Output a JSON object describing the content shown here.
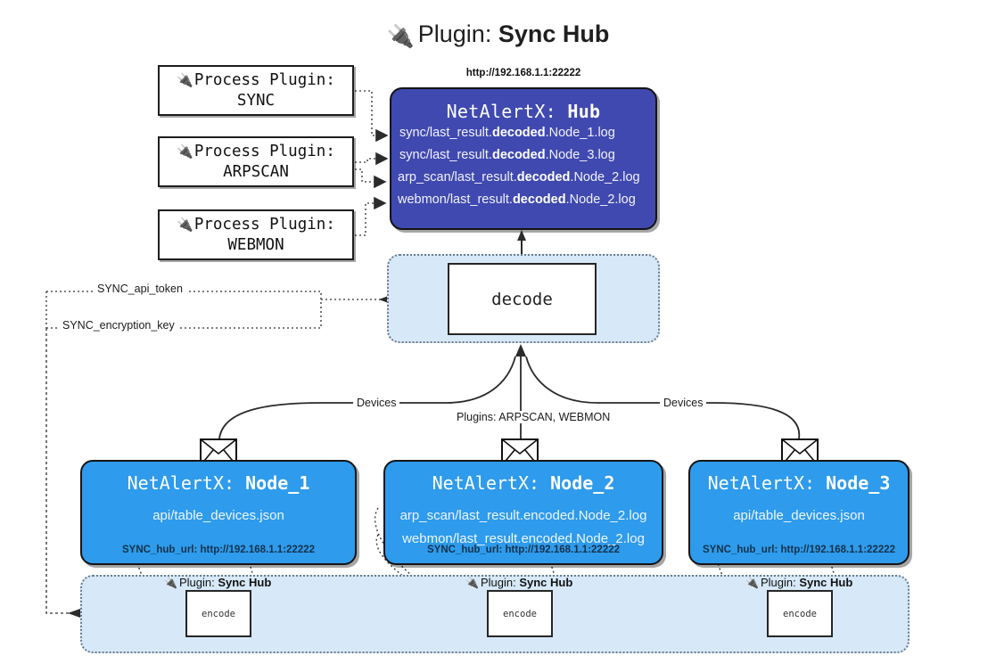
{
  "title": {
    "icon": "plug-icon",
    "prefix": "Plugin:",
    "name": "Sync Hub"
  },
  "process_plugins": [
    {
      "icon": "plug-icon",
      "line1": "Process Plugin:",
      "line2": "SYNC"
    },
    {
      "icon": "plug-icon",
      "line1": "Process Plugin:",
      "line2": "ARPSCAN"
    },
    {
      "icon": "plug-icon",
      "line1": "Process Plugin:",
      "line2": "WEBMON"
    }
  ],
  "hub": {
    "url": "http://192.168.1.1:22222",
    "title_prefix": "NetAlertX:",
    "title_name": "Hub",
    "logs": [
      {
        "pre": "sync/last_result.",
        "em": "decoded",
        "post": ".Node_1.log"
      },
      {
        "pre": "sync/last_result.",
        "em": "decoded",
        "post": ".Node_3.log"
      },
      {
        "pre": "arp_scan/last_result.",
        "em": "decoded",
        "post": ".Node_2.log"
      },
      {
        "pre": "webmon/last_result.",
        "em": "decoded",
        "post": ".Node_2.log"
      }
    ]
  },
  "decode": {
    "label": "decode"
  },
  "edge_labels": {
    "api_token": "SYNC_api_token",
    "encryption_key": "SYNC_encryption_key",
    "devices_left": "Devices",
    "devices_right": "Devices",
    "plugins": "Plugins: ARPSCAN, WEBMON"
  },
  "nodes": [
    {
      "icon": "envelope-icon",
      "title_prefix": "NetAlertX:",
      "title_name": "Node_1",
      "lines": [
        {
          "pre": "api/table_devices.json",
          "em": "",
          "post": ""
        }
      ],
      "hub_url_label": "SYNC_hub_url: http://192.168.1.1:22222"
    },
    {
      "icon": "envelope-icon",
      "title_prefix": "NetAlertX:",
      "title_name": "Node_2",
      "lines": [
        {
          "pre": "arp_scan/last_result.encoded.Node_2.log",
          "em": "",
          "post": ""
        },
        {
          "pre": "webmon/last_result.encoded.Node_2.log",
          "em": "",
          "post": ""
        }
      ],
      "hub_url_label": "SYNC_hub_url: http://192.168.1.1:22222"
    },
    {
      "icon": "envelope-icon",
      "title_prefix": "NetAlertX:",
      "title_name": "Node_3",
      "lines": [
        {
          "pre": "api/table_devices.json",
          "em": "",
          "post": ""
        }
      ],
      "hub_url_label": "SYNC_hub_url: http://192.168.1.1:22222"
    }
  ],
  "sync_region": {
    "plugin_tag_prefix": "Plugin:",
    "plugin_tag_name": "Sync Hub",
    "encode_label": "encode"
  },
  "colors": {
    "hub_fill": "#4049b0",
    "node_fill": "#2e9bec",
    "region_fill": "#d7e9f9",
    "region_stroke": "#6b7b8c",
    "box_stroke": "#141414",
    "page_bg": "#ffffff"
  }
}
